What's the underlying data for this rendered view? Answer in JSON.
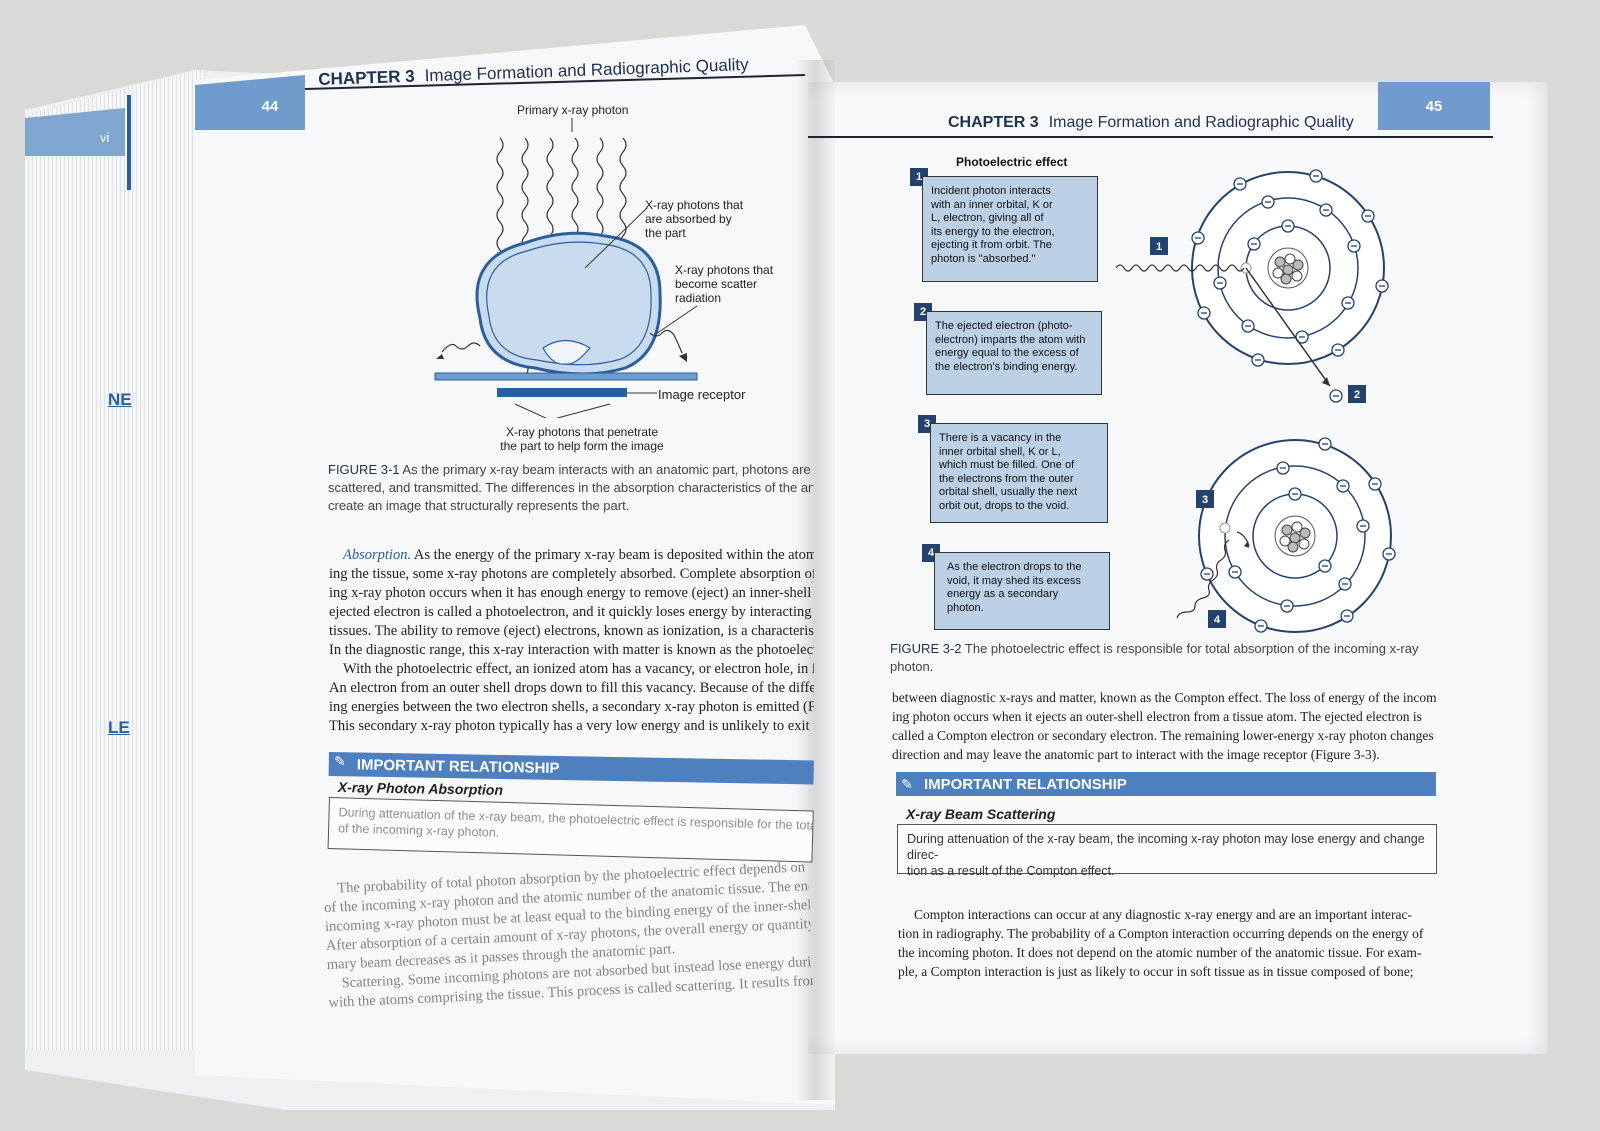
{
  "side_tabs": {
    "vi": "vi",
    "ne": "NE",
    "le": "LE"
  },
  "left_page": {
    "page_number": "44",
    "chapter_label": "CHAPTER 3",
    "chapter_title": "Image Formation and Radiographic Quality",
    "figure": {
      "labels": {
        "primary": "Primary x-ray photon",
        "absorbed": [
          "X-ray photons that",
          "are absorbed by",
          "the part"
        ],
        "scatter": [
          "X-ray photons that",
          "become scatter",
          "radiation"
        ],
        "receptor": "Image receptor",
        "penetrate": [
          "X-ray photons that penetrate",
          "the part to help form the image"
        ]
      },
      "caption_label": "FIGURE 3-1",
      "caption_text": [
        "As the primary x-ray beam interacts with an anatomic part, photons are a",
        "scattered, and transmitted. The differences in the absorption characteristics of the ana",
        "create an image that structurally represents the part."
      ]
    },
    "absorption_lines": [
      {
        "lead": "Absorption.",
        "text": "As the energy of the primary x-ray beam is deposited within the atoms"
      },
      {
        "text": "ing the tissue, some x-ray photons are completely absorbed. Complete absorption of th"
      },
      {
        "text": "ing x-ray photon occurs when it has enough energy to remove (eject) an inner-shell elec"
      },
      {
        "text": "ejected electron is called a photoelectron, and it quickly loses energy by interacting wi"
      },
      {
        "text": "tissues. The ability to remove (eject) electrons, known as ionization, is a characteristic"
      },
      {
        "text": "In the diagnostic range, this x-ray interaction with matter is known as the photoelectri"
      },
      {
        "text": "With the photoelectric effect, an ionized atom has a vacancy, or electron hole, in its in"
      },
      {
        "text": "An electron from an outer shell drops down to fill this vacancy. Because of the differenc"
      },
      {
        "text": "ing energies between the two electron shells, a secondary x-ray photon is emitted (Fig"
      },
      {
        "text": "This secondary x-ray photon typically has a very low energy and is unlikely to exit the p"
      }
    ],
    "important": {
      "bar": "IMPORTANT RELATIONSHIP",
      "subtitle": "X-ray Photon Absorption",
      "body": [
        "During attenuation of the x-ray beam, the photoelectric effect is responsible for the total ab",
        "of the incoming x-ray photon."
      ]
    },
    "bottom_lines": [
      "The probability of total photon absorption by the photoelectric effect depends on th",
      "of the incoming x-ray photon and the atomic number of the anatomic tissue. The ener",
      "incoming x-ray photon must be at least equal to the binding energy of the inner-shell e",
      "After absorption of a certain amount of x-ray photons, the overall energy or quantity of",
      "mary beam decreases as it passes through the anatomic part.",
      "Scattering. Some incoming photons are not absorbed but instead lose energy during in",
      "with the atoms comprising the tissue. This process is called scattering. It results from an"
    ]
  },
  "right_page": {
    "page_number": "45",
    "chapter_label": "CHAPTER 3",
    "chapter_title": "Image Formation and Radiographic Quality",
    "figure": {
      "title": "Photoelectric effect",
      "steps": [
        {
          "num": "1",
          "lines": [
            "Incident photon interacts",
            "with an inner orbital, K or",
            "L, electron, giving all of",
            "its energy to the electron,",
            "ejecting it from orbit. The",
            "photon is \"absorbed.\""
          ]
        },
        {
          "num": "2",
          "lines": [
            "The ejected electron (photo-",
            "electron) imparts the atom with",
            "energy equal to the excess of",
            "the electron's binding energy."
          ]
        },
        {
          "num": "3",
          "lines": [
            "There is a vacancy in the",
            "inner orbital shell, K or L,",
            "which must be filled. One of",
            "the electrons from the outer",
            "orbital shell, usually the next",
            "orbit out, drops to the void."
          ]
        },
        {
          "num": "4",
          "lines": [
            "As the electron drops to the",
            "void, it may shed its excess",
            "energy as a secondary",
            "photon."
          ]
        }
      ],
      "caption_label": "FIGURE 3-2",
      "caption_text": [
        "The photoelectric effect is responsible for total absorption of the incoming x-ray",
        "photon."
      ]
    },
    "compton_lines": [
      "between diagnostic x-rays and matter, known as the Compton effect. The loss of energy of the incom-",
      "ing photon occurs when it ejects an outer-shell electron from a tissue atom. The ejected electron is",
      "called a Compton electron or secondary electron. The remaining lower-energy x-ray photon changes",
      "direction and may leave the anatomic part to interact with the image receptor (Figure 3-3)."
    ],
    "important": {
      "bar": "IMPORTANT RELATIONSHIP",
      "subtitle": "X-ray Beam Scattering",
      "body": [
        "During attenuation of the x-ray beam, the incoming x-ray photon may lose energy and change direc-",
        "tion as a result of the Compton effect."
      ]
    },
    "bottom_lines": [
      "Compton interactions can occur at any diagnostic x-ray energy and are an important interac-",
      "tion in radiography. The probability of a Compton interaction occurring depends on the energy of",
      "the incoming photon. It does not depend on the atomic number of the anatomic tissue. For exam-",
      "ple, a Compton interaction is just as likely to occur in soft tissue as in tissue composed of bone;"
    ]
  }
}
